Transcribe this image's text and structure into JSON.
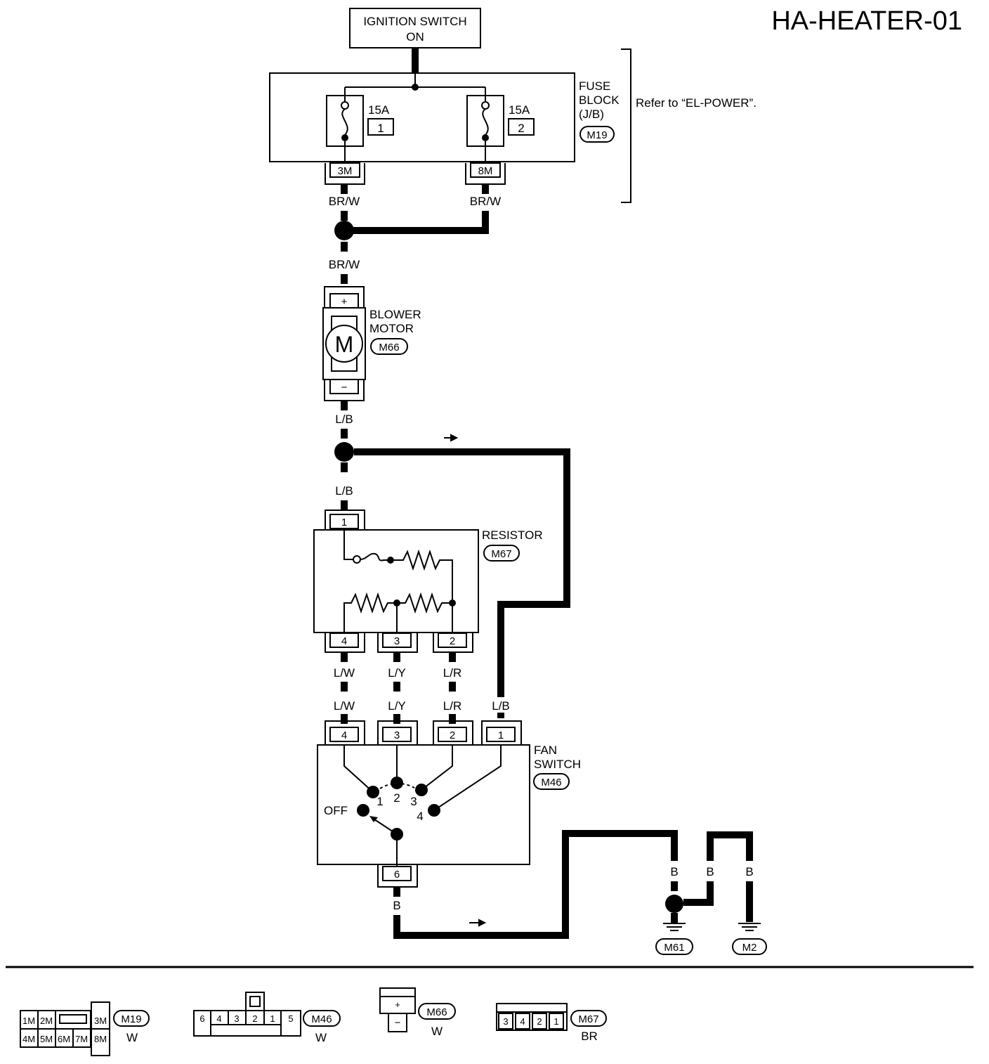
{
  "title": "HA-HEATER-01",
  "ignition": {
    "line1": "IGNITION SWITCH",
    "line2": "ON"
  },
  "fuse_block": {
    "line1": "FUSE",
    "line2": "BLOCK",
    "line3": "(J/B)",
    "connector": "M19",
    "ref": "Refer to “EL-POWER”.",
    "fuses": [
      {
        "rating": "15A",
        "number": "1"
      },
      {
        "rating": "15A",
        "number": "2"
      }
    ],
    "terminals": [
      "3M",
      "8M"
    ]
  },
  "wires": {
    "fuse1_out": "BR/W",
    "fuse2_out": "BR/W",
    "motor_in": "BR/W",
    "motor_out": "L/B",
    "resistor_in": "L/B",
    "res_4": "L/W",
    "res_3": "L/Y",
    "res_2": "L/R",
    "sw_4": "L/W",
    "sw_3": "L/Y",
    "sw_2": "L/R",
    "sw_1": "L/B",
    "sw_6": "B",
    "gnd_a": "B",
    "gnd_b": "B",
    "gnd_c": "B"
  },
  "blower_motor": {
    "line1": "BLOWER",
    "line2": "MOTOR",
    "connector": "M66",
    "symbol": "M",
    "plus": "+",
    "minus": "−"
  },
  "resistor": {
    "label": "RESISTOR",
    "connector": "M67",
    "pins": [
      "1",
      "4",
      "3",
      "2"
    ]
  },
  "fan_switch": {
    "line1": "FAN",
    "line2": "SWITCH",
    "connector": "M46",
    "pins": [
      "4",
      "3",
      "2",
      "1",
      "6"
    ],
    "positions": [
      "1",
      "2",
      "3",
      "4"
    ],
    "off": "OFF"
  },
  "grounds": [
    "M61",
    "M2"
  ],
  "connector_views": [
    {
      "id": "M19",
      "color": "W",
      "pins_top": [
        "1M",
        "2M",
        "3M"
      ],
      "pins_bottom": [
        "4M",
        "5M",
        "6M",
        "7M",
        "8M"
      ]
    },
    {
      "id": "M46",
      "color": "W",
      "pins": [
        "6",
        "4",
        "3",
        "2",
        "1",
        "5"
      ]
    },
    {
      "id": "M66",
      "color": "W",
      "pins": [
        "+",
        "−"
      ]
    },
    {
      "id": "M67",
      "color": "BR",
      "pins": [
        "3",
        "4",
        "2",
        "1"
      ]
    }
  ]
}
